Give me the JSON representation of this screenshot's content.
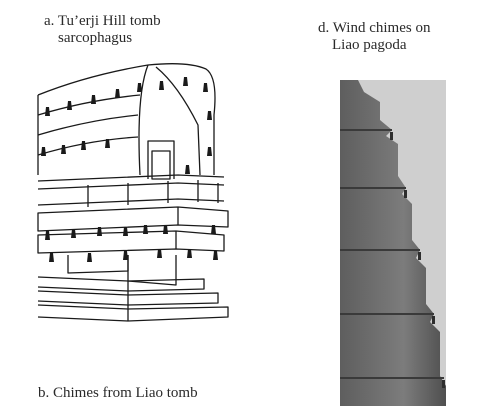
{
  "captions": {
    "a_line1": "a. Tu’erji Hill tomb",
    "a_line2": "sarcophagus",
    "d_line1": "d. Wind chimes on",
    "d_line2": "Liao pagoda",
    "b": "b. Chimes from Liao tomb"
  },
  "colors": {
    "line": "#1a1a1a",
    "pagoda_sky": "#cfcfcf",
    "pagoda_stone": "#6e6e6e"
  }
}
